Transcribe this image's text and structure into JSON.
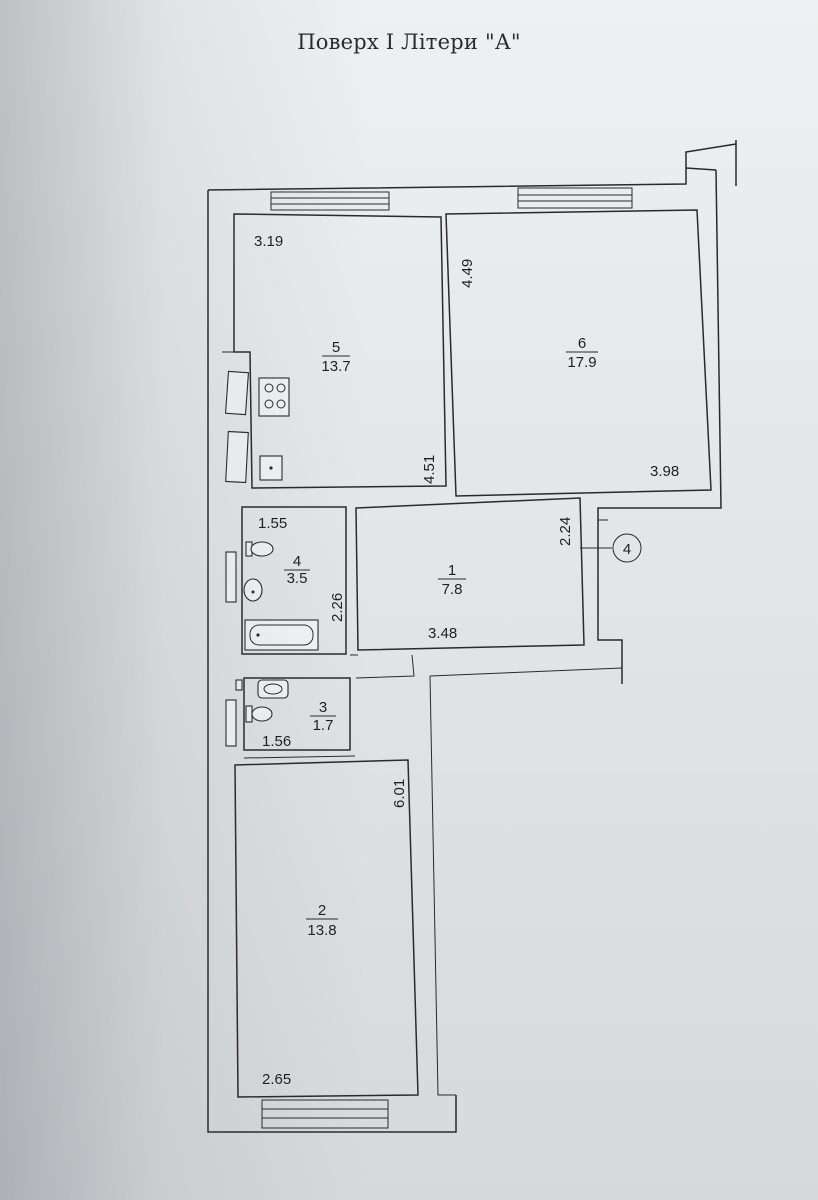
{
  "title": "Поверх І Літери \"А\"",
  "rooms": [
    {
      "number": "5",
      "area": "13.7"
    },
    {
      "number": "6",
      "area": "17.9"
    },
    {
      "number": "4",
      "area": "3.5"
    },
    {
      "number": "1",
      "area": "7.8"
    },
    {
      "number": "3",
      "area": "1.7"
    },
    {
      "number": "2",
      "area": "13.8"
    }
  ],
  "dimensions": {
    "room5_width": "3.19",
    "room5_length": "4.51",
    "room6_length": "4.49",
    "room6_width": "3.98",
    "room4_width": "1.55",
    "room4_length": "2.26",
    "room1_depth": "2.24",
    "room1_width": "3.48",
    "room3_width": "1.56",
    "room2_length": "6.01",
    "room2_width": "2.65"
  },
  "entrance_marker": "4"
}
